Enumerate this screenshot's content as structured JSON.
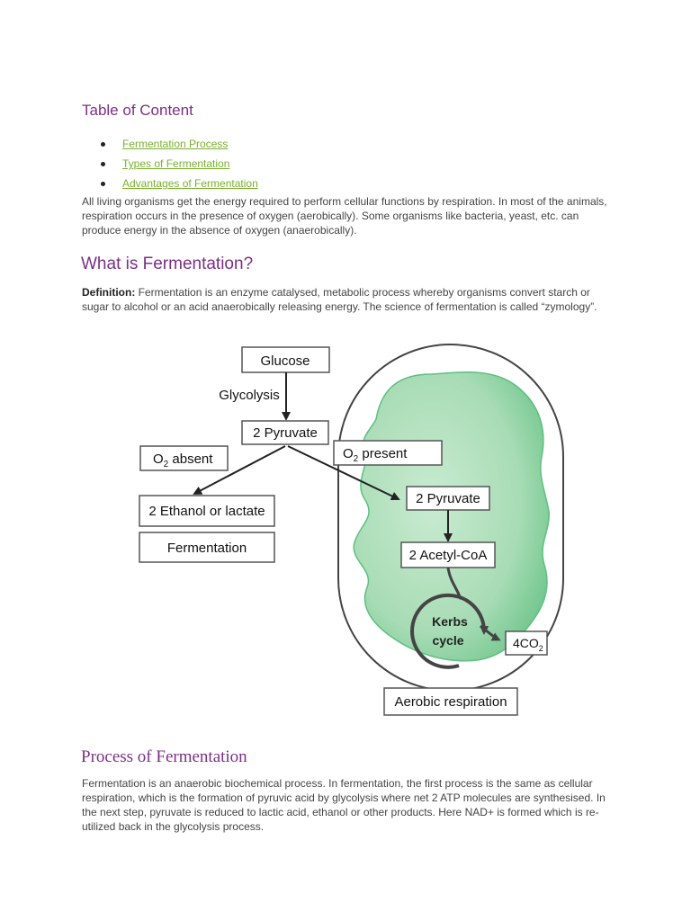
{
  "toc": {
    "title": "Table of Content",
    "items": [
      {
        "label": "Fermentation Process"
      },
      {
        "label": "Types of Fermentation"
      },
      {
        "label": "Advantages of Fermentation"
      }
    ]
  },
  "intro": "All living organisms get the energy required to perform cellular functions by respiration. In most of the animals, respiration occurs in the presence of oxygen (aerobically). Some organisms like bacteria, yeast, etc. can produce energy in the absence of oxygen (anaerobically).",
  "what_is": {
    "heading": "What is Fermentation?",
    "definition_label": "Definition:",
    "definition_text": " Fermentation is an enzyme catalysed, metabolic process whereby organisms convert starch or sugar to alcohol or an acid anaerobically releasing energy. The science of fermentation is called “zymology”."
  },
  "diagram": {
    "glucose": "Glucose",
    "glycolysis": "Glycolysis",
    "pyruvate_top": "2 Pyruvate",
    "o2_absent_o": "O",
    "o2_absent_sub": "2",
    "o2_absent_rest": " absent",
    "o2_present_o": "O",
    "o2_present_sub": "2",
    "o2_present_rest": " present",
    "ethanol": "2 Ethanol or lactate",
    "fermentation": "Fermentation",
    "pyruvate_mito": "2 Pyruvate",
    "acetyl": "2 Acetyl-CoA",
    "kerbs_line1": "Kerbs",
    "kerbs_line2": "cycle",
    "co2_main": "4CO",
    "co2_sub": "2",
    "aerobic": "Aerobic respiration",
    "colors": {
      "mito_fill": "#a8dcb5",
      "mito_dark": "#5fbf81",
      "box_border": "#555555"
    }
  },
  "process": {
    "heading": "Process of Fermentation",
    "text": "Fermentation is an anaerobic biochemical process. In fermentation, the first process is the same as cellular respiration, which is the formation of pyruvic acid by glycolysis where net 2 ATP molecules are synthesised. In the next step, pyruvate is reduced to lactic acid, ethanol or other products. Here NAD+ is formed which is re-utilized back in the glycolysis process."
  }
}
